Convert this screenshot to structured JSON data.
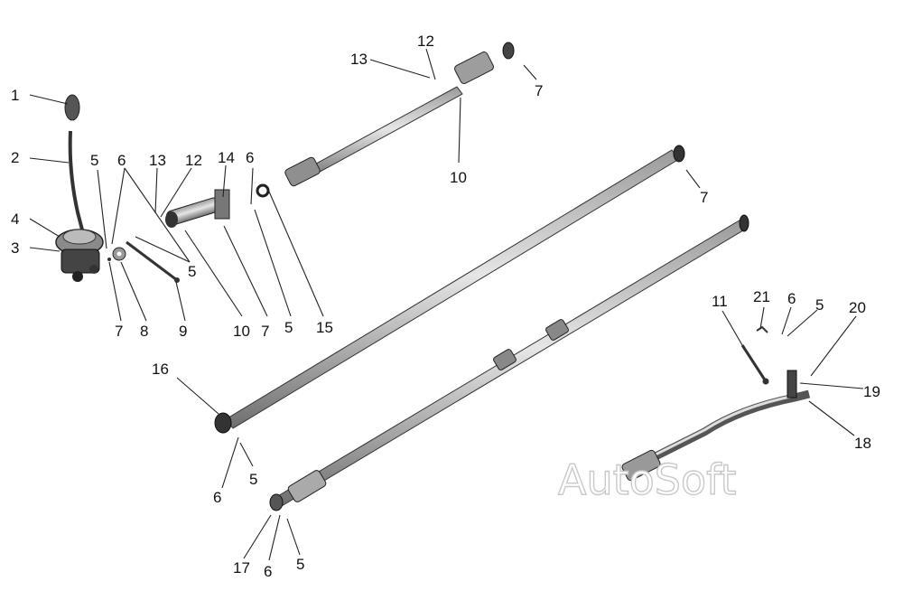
{
  "callouts": [
    {
      "id": "c1",
      "text": "1"
    },
    {
      "id": "c2",
      "text": "2"
    },
    {
      "id": "c4",
      "text": "4"
    },
    {
      "id": "c3",
      "text": "3"
    },
    {
      "id": "c5a",
      "text": "5"
    },
    {
      "id": "c6a",
      "text": "6"
    },
    {
      "id": "c13a",
      "text": "13"
    },
    {
      "id": "c12a",
      "text": "12"
    },
    {
      "id": "c14",
      "text": "14"
    },
    {
      "id": "c6b",
      "text": "6"
    },
    {
      "id": "c5b",
      "text": "5"
    },
    {
      "id": "c7a",
      "text": "7"
    },
    {
      "id": "c8",
      "text": "8"
    },
    {
      "id": "c9",
      "text": "9"
    },
    {
      "id": "c10a",
      "text": "10"
    },
    {
      "id": "c7b",
      "text": "7"
    },
    {
      "id": "c5c",
      "text": "5"
    },
    {
      "id": "c15",
      "text": "15"
    },
    {
      "id": "c12b",
      "text": "12"
    },
    {
      "id": "c13b",
      "text": "13"
    },
    {
      "id": "c7c",
      "text": "7"
    },
    {
      "id": "c10b",
      "text": "10"
    },
    {
      "id": "c7d",
      "text": "7"
    },
    {
      "id": "c16",
      "text": "16"
    },
    {
      "id": "c6c",
      "text": "6"
    },
    {
      "id": "c5d",
      "text": "5"
    },
    {
      "id": "c17",
      "text": "17"
    },
    {
      "id": "c6d",
      "text": "6"
    },
    {
      "id": "c5e",
      "text": "5"
    },
    {
      "id": "c11",
      "text": "11"
    },
    {
      "id": "c21",
      "text": "21"
    },
    {
      "id": "c6e",
      "text": "6"
    },
    {
      "id": "c5f",
      "text": "5"
    },
    {
      "id": "c20",
      "text": "20"
    },
    {
      "id": "c19",
      "text": "19"
    },
    {
      "id": "c18",
      "text": "18"
    }
  ],
  "watermark": "AutoSoft"
}
